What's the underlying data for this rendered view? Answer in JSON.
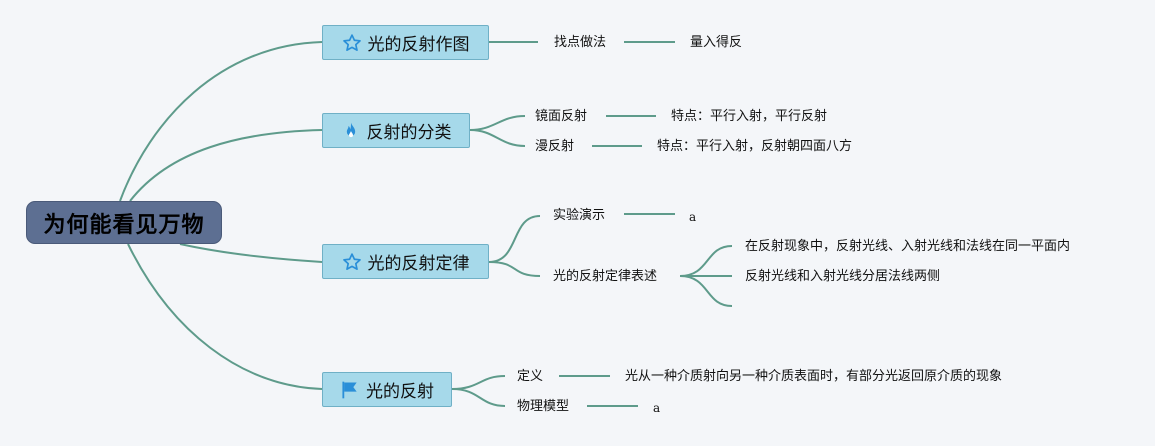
{
  "root": {
    "label": "为何能看见万物"
  },
  "branches": [
    {
      "label": "光的反射作图",
      "icon": "star-outline-icon",
      "children": [
        {
          "label": "找点做法",
          "children": [
            {
              "label": "量入得反"
            }
          ]
        }
      ]
    },
    {
      "label": "反射的分类",
      "icon": "flame-icon",
      "children": [
        {
          "label": "镜面反射",
          "children": [
            {
              "label": "特点：平行入射，平行反射"
            }
          ]
        },
        {
          "label": "漫反射",
          "children": [
            {
              "label": "特点：平行入射，反射朝四面八方"
            }
          ]
        }
      ]
    },
    {
      "label": "光的反射定律",
      "icon": "star-outline-icon",
      "children": [
        {
          "label": "实验演示",
          "children": [
            {
              "label": "a"
            }
          ]
        },
        {
          "label": "光的反射定律表述",
          "children": [
            {
              "label": "在反射现象中，反射光线、入射光线和法线在同一平面内"
            },
            {
              "label": "反射光线和入射光线分居法线两侧"
            },
            {
              "label": ""
            }
          ]
        }
      ]
    },
    {
      "label": "光的反射",
      "icon": "flag-icon",
      "children": [
        {
          "label": "定义",
          "children": [
            {
              "label": "光从一种介质射向另一种介质表面时，有部分光返回原介质的现象"
            }
          ]
        },
        {
          "label": "物理模型",
          "children": [
            {
              "label": "a"
            }
          ]
        }
      ]
    }
  ],
  "colors": {
    "line": "#5e9b8b",
    "root_fill": "#5d6f92",
    "branch_fill": "#a6d9ea",
    "icon_blue": "#2a8fd8"
  }
}
